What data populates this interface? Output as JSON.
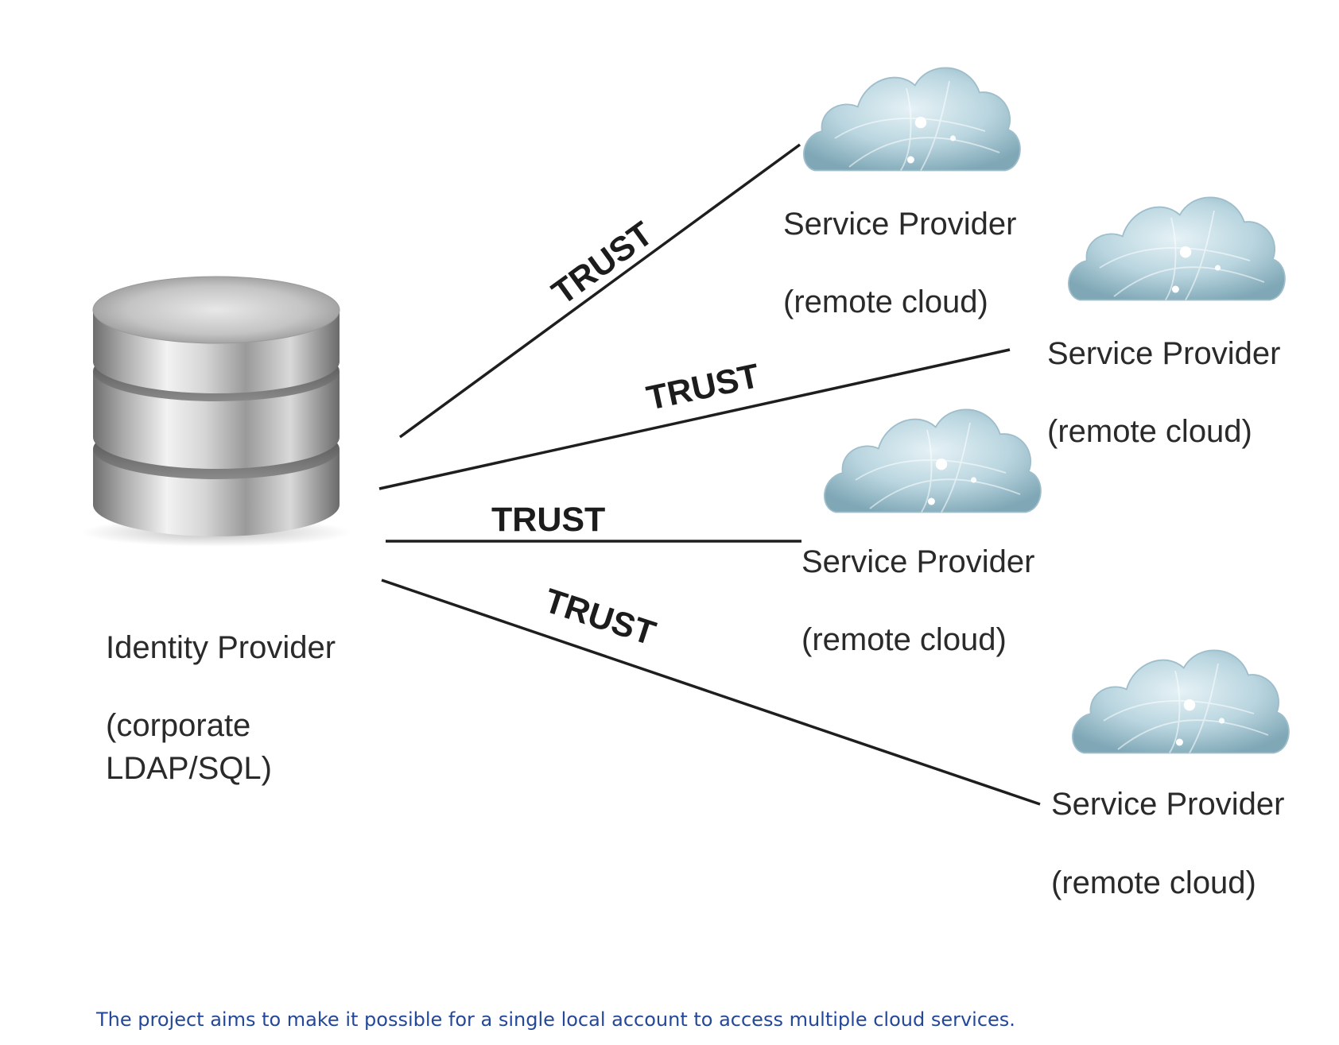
{
  "identity_provider": {
    "icon": "database-icon",
    "label": "Identity Provider",
    "sublabel_line1": "(corporate",
    "sublabel_line2": "LDAP/SQL)"
  },
  "links": [
    {
      "label": "TRUST"
    },
    {
      "label": "TRUST"
    },
    {
      "label": "TRUST"
    },
    {
      "label": "TRUST"
    }
  ],
  "service_providers": [
    {
      "icon": "cloud-icon",
      "label": "Service Provider",
      "sublabel": "(remote cloud)"
    },
    {
      "icon": "cloud-icon",
      "label": "Service Provider",
      "sublabel": "(remote cloud)"
    },
    {
      "icon": "cloud-icon",
      "label": "Service Provider",
      "sublabel": "(remote cloud)"
    },
    {
      "icon": "cloud-icon",
      "label": "Service Provider",
      "sublabel": "(remote cloud)"
    }
  ],
  "caption": "The project aims to make it possible for a single local account to access multiple cloud services."
}
